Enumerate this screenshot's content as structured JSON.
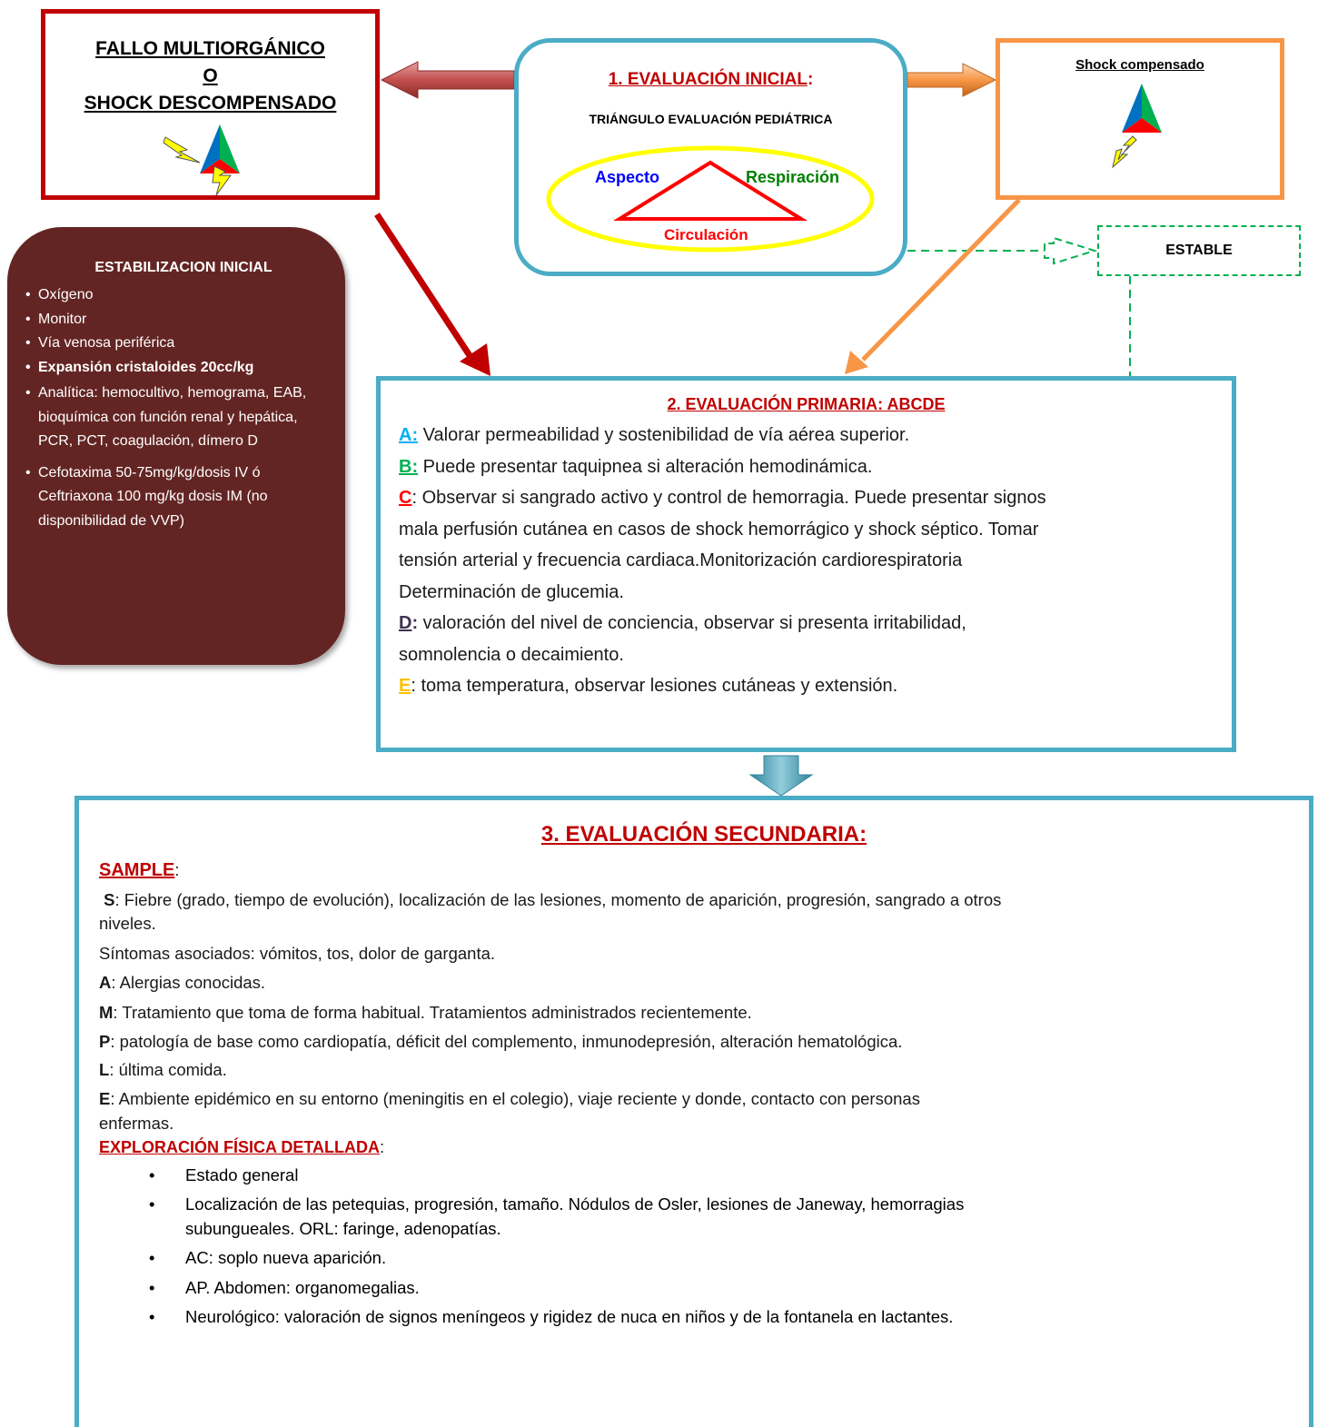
{
  "fallo": {
    "line1": "FALLO MULTIORGÁNICO",
    "line2": "O",
    "line3": "SHOCK DESCOMPENSADO"
  },
  "eval_inicial": {
    "title": "1. EVALUACIÓN INICIAL",
    "title_colon": ":",
    "subtitle": "TRIÁNGULO EVALUACIÓN PEDIÁTRICA",
    "aspecto": "Aspecto",
    "respiracion": "Respiración",
    "circulacion": "Circulación"
  },
  "shock_compensado": {
    "title": "Shock compensado"
  },
  "estable": {
    "label": "ESTABLE"
  },
  "estabilizacion": {
    "title": "ESTABILIZACION INICIAL",
    "items": [
      "Oxígeno",
      "Monitor",
      "Vía venosa periférica",
      "Expansión cristaloides 20cc/kg",
      "Analítica: hemocultivo, hemograma, EAB, bioquímica con función renal y hepática, PCR, PCT, coagulación, dímero D",
      "Cefotaxima 50-75mg/kg/dosis IV ó Ceftriaxona 100 mg/kg dosis IM (no disponibilidad de VVP)"
    ]
  },
  "primaria": {
    "title": "2. EVALUACIÓN   PRIMARIA:  ABCDE",
    "a_letter": "A:",
    "a_text": " Valorar permeabilidad y sostenibilidad de vía aérea superior.",
    "b_letter": "B:",
    "b_text": " Puede presentar taquipnea si alteración hemodinámica.",
    "c_letter": "C",
    "c_line1": ": Observar si sangrado activo y control de hemorragia. Puede presentar signos",
    "c_line2": "mala perfusión cutánea en casos de shock hemorrágico y shock séptico. Tomar",
    "c_line3": "tensión arterial y frecuencia cardiaca.Monitorización cardiorespiratoria",
    "c_line4": "Determinación de glucemia.",
    "d_letter": "D",
    "d_colon": ":",
    "d_line1": " valoración del nivel de conciencia, observar si presenta irritabilidad,",
    "d_line2": "somnolencia o decaimiento.",
    "e_letter": "E",
    "e_text": ": toma  temperatura, observar lesiones cutáneas y extensión."
  },
  "secundaria": {
    "title": "3. EVALUACIÓN SECUNDARIA:",
    "sample_label": "SAMPLE",
    "sample_colon": ":",
    "s_letter": "S",
    "s_line1": ": Fiebre (grado, tiempo de evolución), localización de las lesiones, momento de aparición, progresión, sangrado a otros",
    "s_line2": "niveles.",
    "s_line3": "Síntomas asociados: vómitos, tos, dolor de garganta.",
    "a_letter": "A",
    "a_text": ": Alergias  conocidas.",
    "m_letter": "M",
    "m_text": ": Tratamiento que toma de forma habitual. Tratamientos administrados recientemente.",
    "p_letter": "P",
    "p_text": ": patología de base como  cardiopatía, déficit del complemento,  inmunodepresión, alteración hematológica.",
    "l_letter": "L",
    "l_text": ": última comida.",
    "e_letter": "E",
    "e_line1": ": Ambiente epidémico en su entorno (meningitis en el colegio),  viaje reciente y donde,  contacto con personas",
    "e_line2": "enfermas.",
    "exploracion_label": "EXPLORACIÓN  FÍSICA  DETALLADA",
    "exploracion_colon": ":",
    "items": [
      "Estado general",
      "Localización de las petequias, progresión, tamaño. Nódulos de Osler, lesiones de Janeway, hemorragias",
      "AC: soplo nueva aparición.",
      "AP. Abdomen:  organomegalias.",
      "Neurológico: valoración de signos meníngeos  y rigidez de nuca en niños y de la fontanela en lactantes."
    ],
    "item2_cont": "subungueales. ORL: faringe, adenopatías."
  },
  "colors": {
    "red": "#c00000",
    "teal": "#4bacc6",
    "orange": "#f79646",
    "green": "#00b050",
    "maroon": "#632523",
    "yellow": "#ffff00",
    "blue": "#0070c0",
    "gold": "#ffc000",
    "purple": "#7030a0"
  }
}
